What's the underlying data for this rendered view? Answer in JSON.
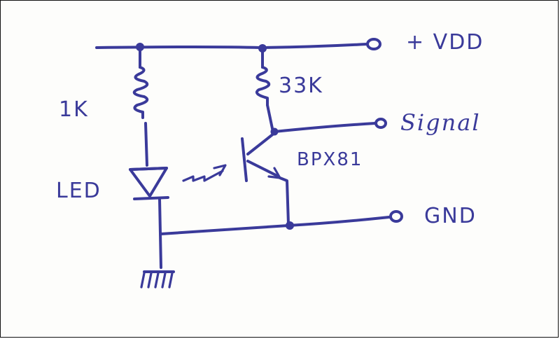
{
  "labels": {
    "vdd": "+ VDD",
    "signal": "Signal",
    "gnd": "GND",
    "r1": "1K",
    "r2": "33K",
    "led": "LED",
    "transistor": "BPX81"
  },
  "colors": {
    "ink": "#3a3a9a",
    "paper": "#fdfdfb",
    "frame": "#111111"
  }
}
